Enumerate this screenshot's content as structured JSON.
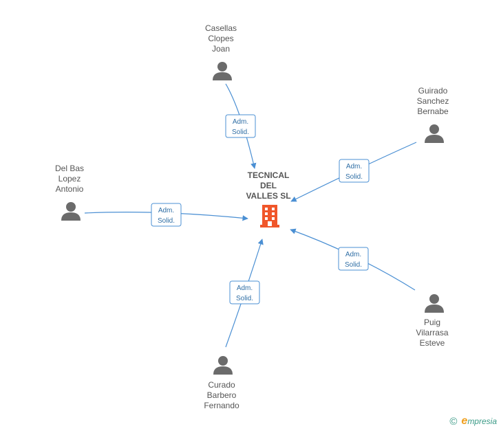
{
  "center": {
    "label_lines": [
      "TECNICAL",
      "DEL",
      "VALLES SL"
    ],
    "icon": "building-icon",
    "color": "#f0562a"
  },
  "people": [
    {
      "id": "casellas",
      "name_lines": [
        "Casellas",
        "Clopes",
        "Joan"
      ],
      "role_lines": [
        "Adm.",
        "Solid."
      ]
    },
    {
      "id": "guirado",
      "name_lines": [
        "Guirado",
        "Sanchez",
        "Bernabe"
      ],
      "role_lines": [
        "Adm.",
        "Solid."
      ]
    },
    {
      "id": "delbas",
      "name_lines": [
        "Del Bas",
        "Lopez",
        "Antonio"
      ],
      "role_lines": [
        "Adm.",
        "Solid."
      ]
    },
    {
      "id": "puig",
      "name_lines": [
        "Puig",
        "Vilarrasa",
        "Esteve"
      ],
      "role_lines": [
        "Adm.",
        "Solid."
      ]
    },
    {
      "id": "curado",
      "name_lines": [
        "Curado",
        "Barbero",
        "Fernando"
      ],
      "role_lines": [
        "Adm.",
        "Solid."
      ]
    }
  ],
  "colors": {
    "edge": "#4a8fd3",
    "person": "#6b6b6b",
    "role_text": "#2f6ea5"
  },
  "footer": {
    "copyright_symbol": "©",
    "brand_initial": "e",
    "brand_rest": "mpresia"
  }
}
